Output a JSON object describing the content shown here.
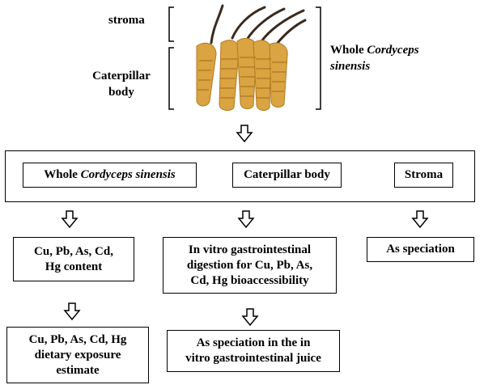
{
  "top": {
    "stroma_label": "stroma",
    "caterpillar_label_line1": "Caterpillar",
    "caterpillar_label_line2": "body",
    "whole_label_prefix": "Whole",
    "whole_label_italic_line1": "Cordyceps",
    "whole_label_italic_line2": "sinensis"
  },
  "parts_row": {
    "whole_prefix": "Whole",
    "whole_italic": "Cordyceps sinensis",
    "caterpillar": "Caterpillar body",
    "stroma": "Stroma"
  },
  "analyses": {
    "whole_content_line1": "Cu, Pb, As, Cd,",
    "whole_content_line2": "Hg content",
    "whole_exposure_line1": "Cu, Pb, As, Cd, Hg",
    "whole_exposure_line2": "dietary exposure",
    "whole_exposure_line3": "estimate",
    "cat_digestion_line1": "In vitro gastrointestinal",
    "cat_digestion_line2": "digestion for Cu, Pb, As,",
    "cat_digestion_line3": "Cd, Hg  bioaccessibility",
    "cat_speciation_line1": "As speciation in the in",
    "cat_speciation_line2": "vitro gastrointestinal juice",
    "stroma_speciation": "As speciation"
  },
  "colors": {
    "caterpillar_body": "#d9a441",
    "caterpillar_shadow": "#b27a22",
    "stroma_stalk": "#3a2a1e"
  }
}
